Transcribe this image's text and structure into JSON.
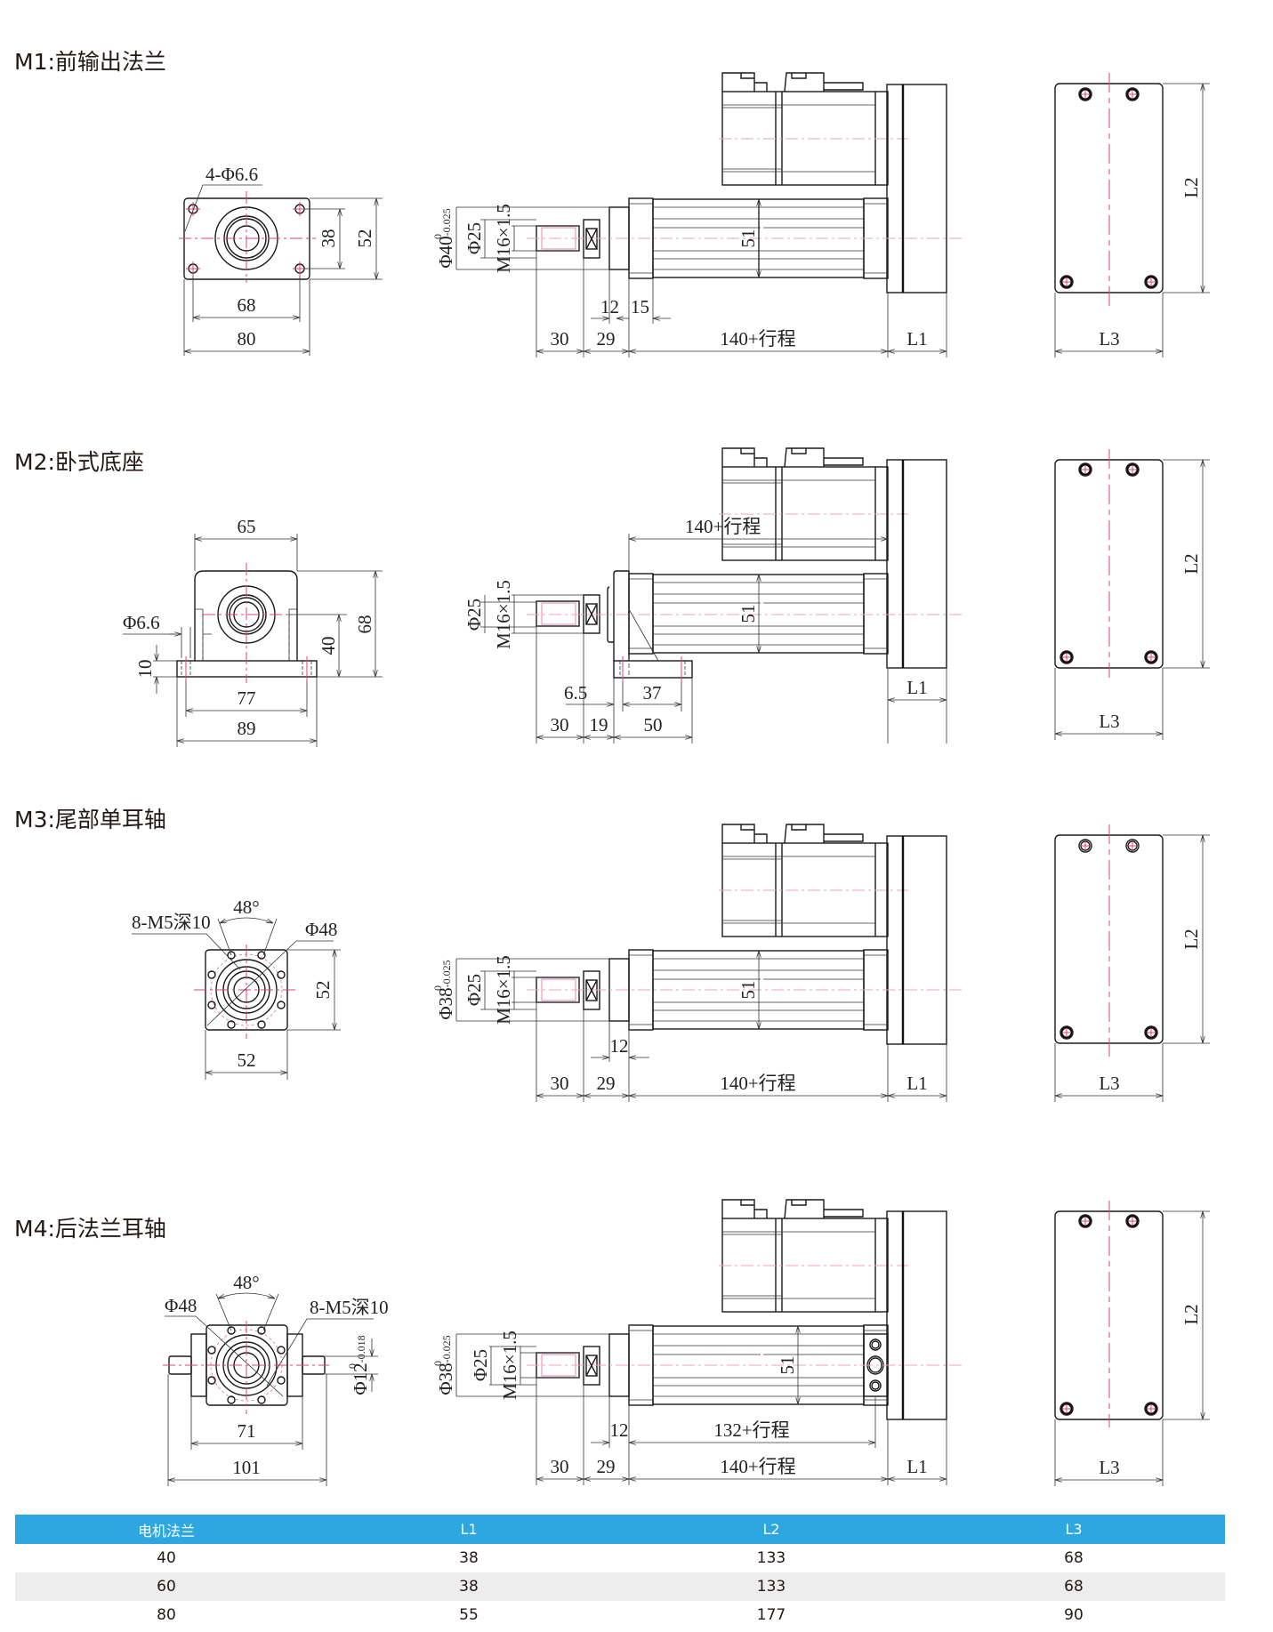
{
  "sections": [
    {
      "title": "M1:前输出法兰",
      "end_view": {
        "hole_note": "4-Φ6.6",
        "width_inner": "68",
        "width_outer": "80",
        "height_inner": "38",
        "height_outer": "52"
      },
      "side_view": {
        "dia_main": "Φ40",
        "tol_upper": "0",
        "tol_lower": "-0.025",
        "dia_rod": "Φ25",
        "thread": "M16×1.5",
        "body": "51",
        "d_a": "12",
        "d_b": "15",
        "len_rod": "30",
        "len_nose": "29",
        "len_body": "140+行程",
        "len_motor": "L1"
      },
      "rear_view": {
        "height": "L2",
        "width": "L3"
      }
    },
    {
      "title": "M2:卧式底座",
      "end_view": {
        "top_width": "65",
        "hole_note": "Φ6.6",
        "base_thk": "10",
        "hole_pitch": "77",
        "base_width": "89",
        "center_height": "40",
        "total_height": "68"
      },
      "side_view": {
        "dia_rod": "Φ25",
        "thread": "M16×1.5",
        "body": "51",
        "len_top": "140+行程",
        "d_a": "6.5",
        "d_b": "37",
        "len_rod": "30",
        "len_nose": "19",
        "len_foot": "50",
        "len_motor": "L1"
      },
      "rear_view": {
        "height": "L2",
        "width": "L3"
      }
    },
    {
      "title": "M3:尾部单耳轴",
      "end_view": {
        "thread_note": "8-M5深10",
        "angle": "48°",
        "pcd": "Φ48",
        "width": "52",
        "height": "52"
      },
      "side_view": {
        "dia_main": "Φ38",
        "tol_upper": "0",
        "tol_lower": "-0.025",
        "dia_rod": "Φ25",
        "thread": "M16×1.5",
        "body": "51",
        "d_a": "12",
        "len_rod": "30",
        "len_nose": "29",
        "len_body": "140+行程",
        "len_motor": "L1"
      },
      "rear_view": {
        "height": "L2",
        "width": "L3"
      }
    },
    {
      "title": "M4:后法兰耳轴",
      "end_view": {
        "pcd": "Φ48",
        "angle": "48°",
        "thread_note": "8-M5深10",
        "pin_dia": "Φ12",
        "pin_tol_upper": "0",
        "pin_tol_lower": "-0.018",
        "block_width": "71",
        "pin_span": "101"
      },
      "side_view": {
        "dia_main": "Φ38",
        "tol_upper": "0",
        "tol_lower": "-0.025",
        "dia_rod": "Φ25",
        "thread": "M16×1.5",
        "body": "51",
        "d_a": "12",
        "len_pivot": "132+行程",
        "len_rod": "30",
        "len_nose": "29",
        "len_body": "140+行程",
        "len_motor": "L1"
      },
      "rear_view": {
        "height": "L2",
        "width": "L3"
      }
    }
  ],
  "table": {
    "header_color": "#2ea7e0",
    "headers": [
      "电机法兰",
      "L1",
      "L2",
      "L3"
    ],
    "rows": [
      [
        "40",
        "38",
        "133",
        "68"
      ],
      [
        "60",
        "38",
        "133",
        "68"
      ],
      [
        "80",
        "55",
        "177",
        "90"
      ]
    ]
  }
}
